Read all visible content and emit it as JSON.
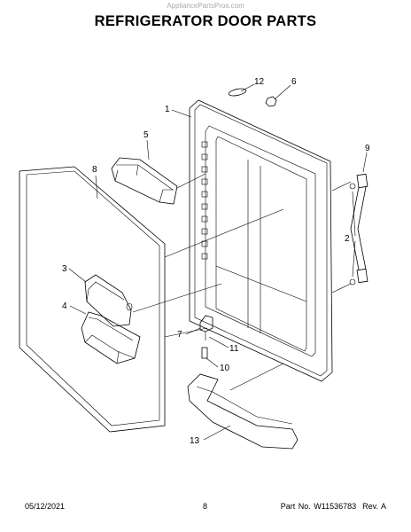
{
  "source": "AppliancePartsPros.com",
  "title": "REFRIGERATOR DOOR PARTS",
  "callouts": {
    "c1": "1",
    "c2": "2",
    "c3": "3",
    "c4": "4",
    "c5": "5",
    "c6": "6",
    "c7": "7",
    "c8": "8",
    "c9": "9",
    "c10": "10",
    "c11": "11",
    "c12": "12",
    "c13": "13"
  },
  "footer": {
    "date": "05/12/2021",
    "page": "8",
    "part": "Part No. W11536783  Rev. A"
  }
}
